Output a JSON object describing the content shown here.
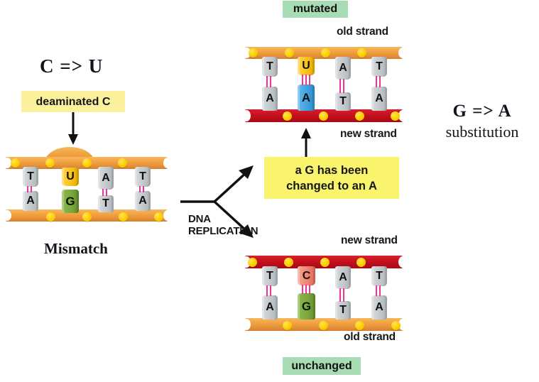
{
  "figure": {
    "title_left": "C => U",
    "title_right_line1": "G => A",
    "title_right_line2": "substitution",
    "mismatch_label": "Mismatch",
    "replication_label": "DNA\nREPLICATION"
  },
  "callouts": {
    "deaminated": "deaminated C",
    "g_changed": "a G has been\nchanged to an A"
  },
  "tags": {
    "mutated": "mutated",
    "unchanged": "unchanged"
  },
  "captions": {
    "top_old": "old strand",
    "top_new": "new strand",
    "bottom_new": "new strand",
    "bottom_old": "old strand"
  },
  "colors": {
    "old_strand_backbone": "#F0A341",
    "new_strand_backbone": "#C4101D",
    "phosphate": "#FFD20A",
    "base_generic": "#C3C8CB",
    "base_uracil": "#F9C21A",
    "base_guanine": "#7BA93D",
    "base_adenine_new": "#41A3E0",
    "base_cytosine": "#EF8573",
    "hydrogen_bond": "#F0329B",
    "callout_yellow_light": "#FBF19C",
    "callout_yellow_bright": "#F9F46B",
    "tag_green": "#A8DCB4"
  },
  "duplexes": {
    "mismatch": {
      "name": "mismatch-duplex",
      "top_strand": "old",
      "bottom_strand": "old",
      "pairs": [
        {
          "top": "T",
          "bottom": "A",
          "paired": true
        },
        {
          "top": "U",
          "bottom": "G",
          "paired": false
        },
        {
          "top": "A",
          "bottom": "T",
          "paired": true
        },
        {
          "top": "T",
          "bottom": "A",
          "paired": true
        }
      ]
    },
    "mutated": {
      "name": "mutated-duplex",
      "top_strand": "old",
      "bottom_strand": "new",
      "pairs": [
        {
          "top": "T",
          "bottom": "A",
          "paired": true
        },
        {
          "top": "U",
          "bottom": "A",
          "paired": true
        },
        {
          "top": "A",
          "bottom": "T",
          "paired": true
        },
        {
          "top": "T",
          "bottom": "A",
          "paired": true
        }
      ]
    },
    "unchanged": {
      "name": "unchanged-duplex",
      "top_strand": "new",
      "bottom_strand": "old",
      "pairs": [
        {
          "top": "T",
          "bottom": "A",
          "paired": true
        },
        {
          "top": "C",
          "bottom": "G",
          "paired": true
        },
        {
          "top": "A",
          "bottom": "T",
          "paired": true
        },
        {
          "top": "T",
          "bottom": "A",
          "paired": true
        }
      ]
    }
  }
}
